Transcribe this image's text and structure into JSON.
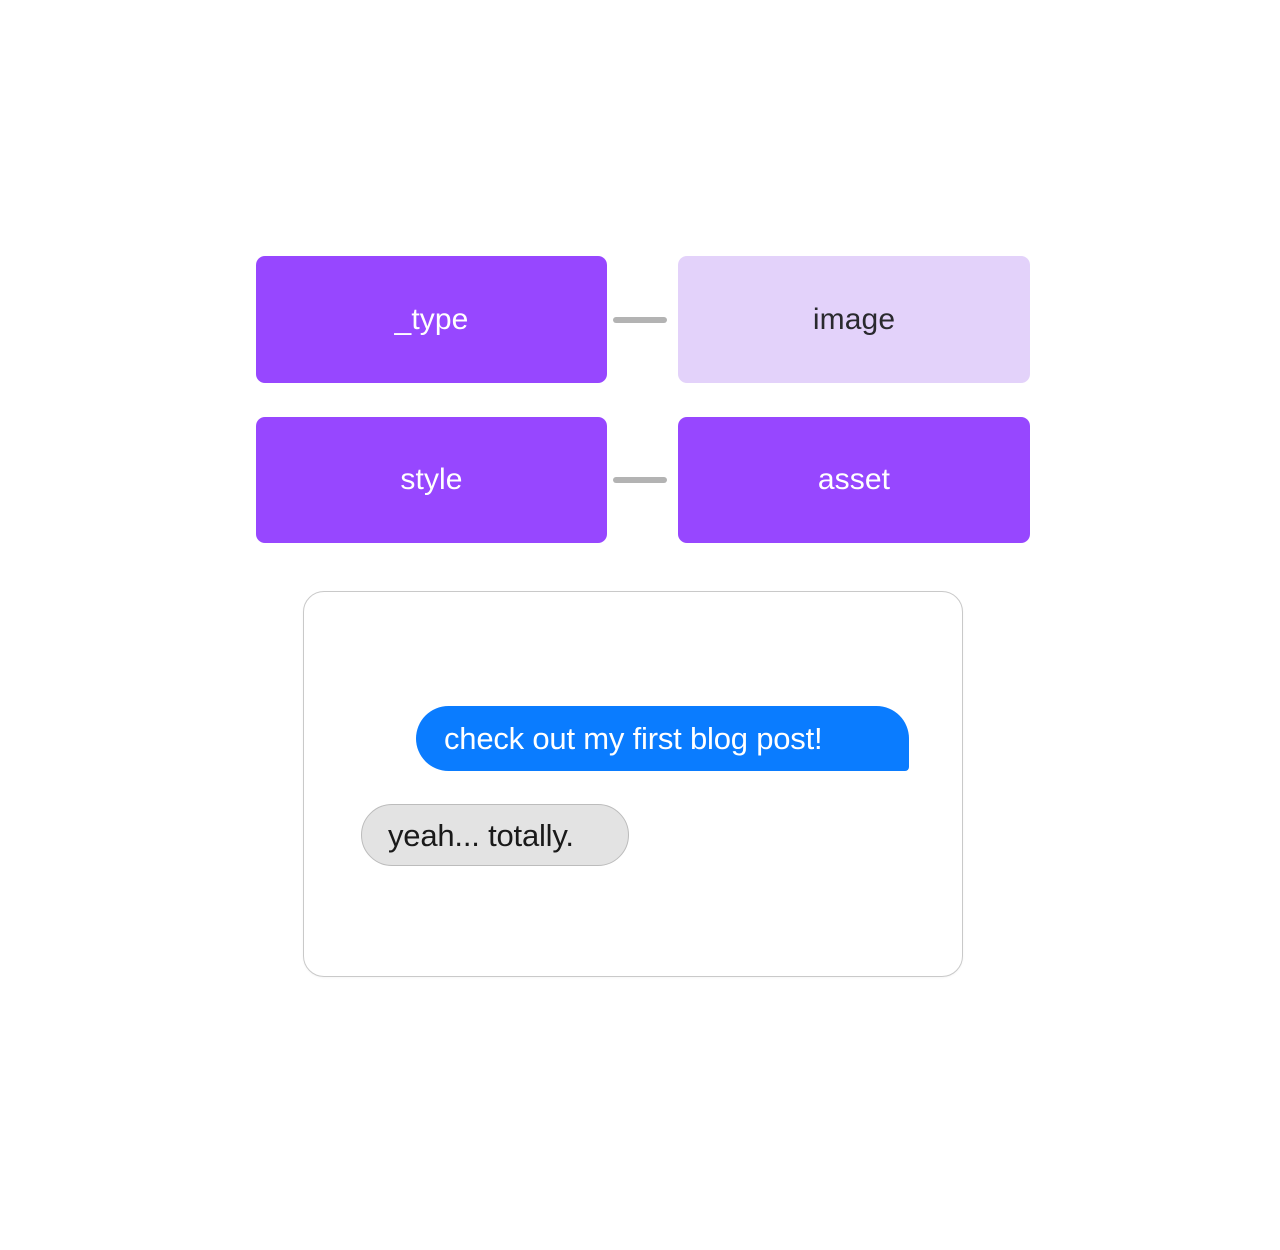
{
  "schema": {
    "rows": [
      {
        "key": {
          "label": "_type",
          "style": "solid",
          "color": "#9747ff"
        },
        "connector": "connector-line",
        "value": {
          "label": "image",
          "style": "tint",
          "color": "#e3d2fa"
        }
      },
      {
        "key": {
          "label": "style",
          "style": "solid",
          "color": "#9747ff"
        },
        "connector": "connector-line",
        "value": {
          "label": "asset",
          "style": "solid",
          "color": "#9747ff"
        }
      }
    ]
  },
  "message_preview": {
    "bubbles": [
      {
        "text": "check out my first blog post!",
        "direction": "outgoing",
        "color": "#0a7cff",
        "text_color": "#ffffff"
      },
      {
        "text": "yeah... totally.",
        "direction": "incoming",
        "color": "#e3e3e3",
        "text_color": "#1a1a1a"
      }
    ]
  }
}
